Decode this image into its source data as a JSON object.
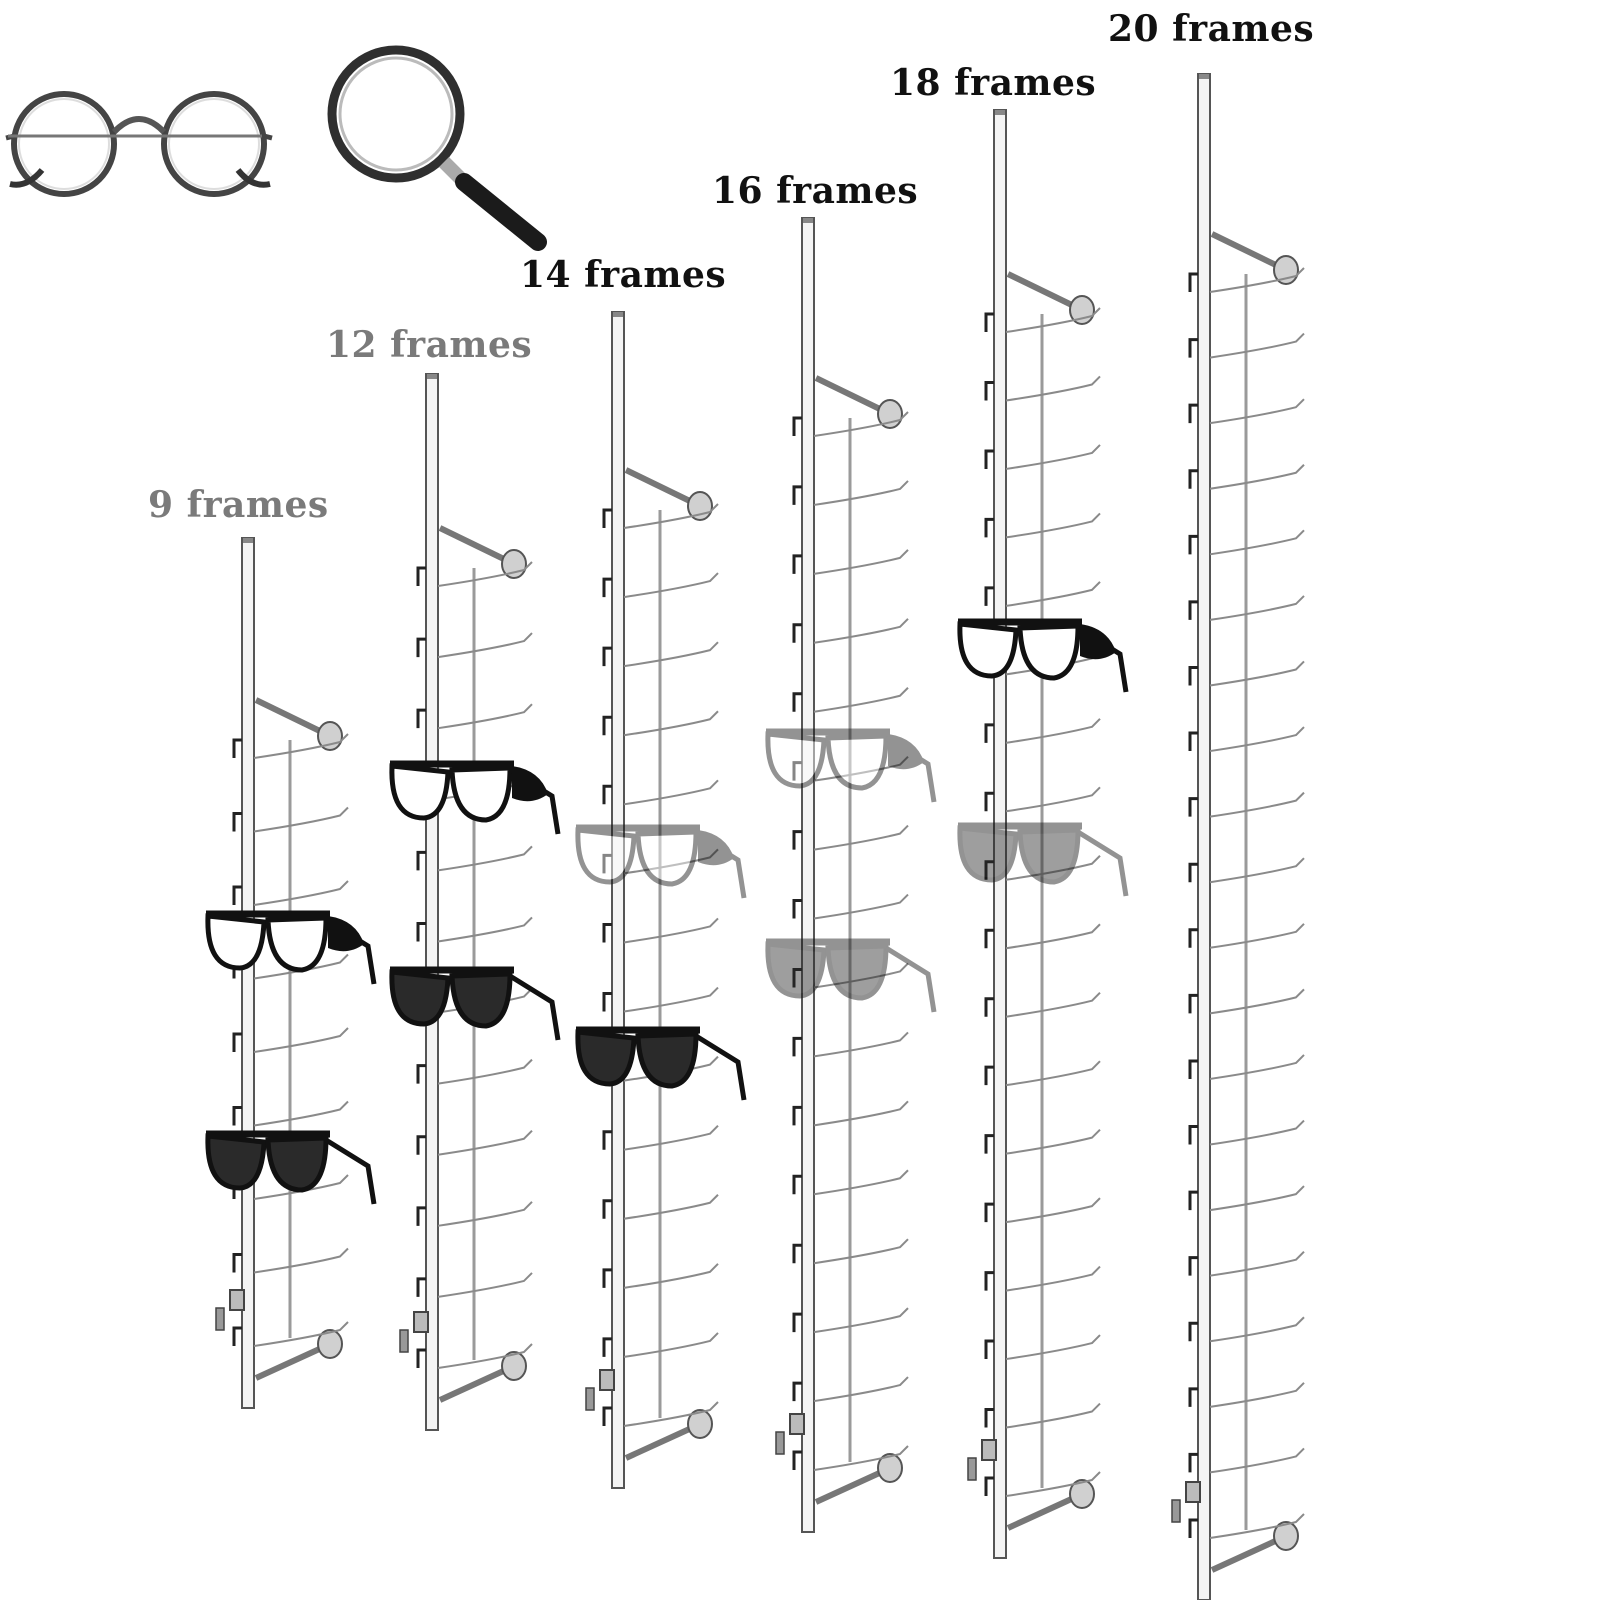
{
  "icons": {
    "glasses": "eyeglasses-icon",
    "magnifier": "magnifying-glass-icon"
  },
  "racks": [
    {
      "label": "9 frames",
      "frames": 9
    },
    {
      "label": "12 frames",
      "frames": 12
    },
    {
      "label": "14 frames",
      "frames": 14
    },
    {
      "label": "16 frames",
      "frames": 16
    },
    {
      "label": "18 frames",
      "frames": 18
    },
    {
      "label": "20 frames",
      "frames": 20
    }
  ],
  "colors": {
    "text": "#111111",
    "metal": "#c8c8c8",
    "metal_dark": "#555555",
    "lens": "#2a2a2a"
  }
}
